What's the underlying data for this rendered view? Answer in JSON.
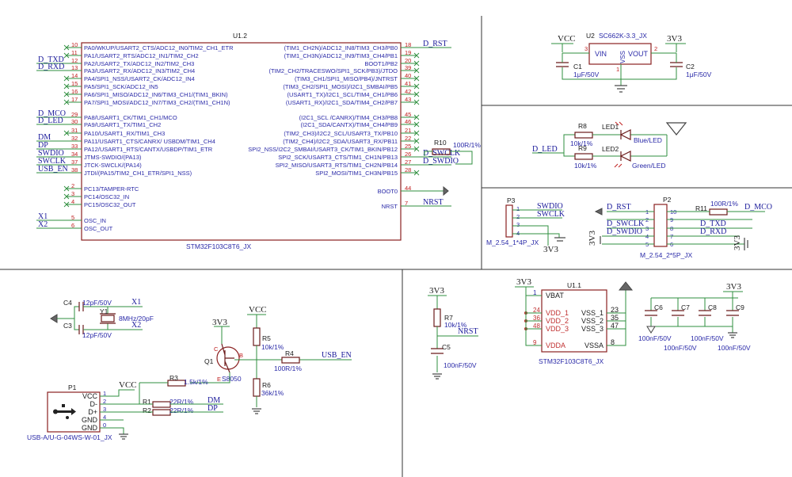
{
  "mcu": {
    "ref": "U1.2",
    "part": "STM32F103C8T6_JX",
    "left_pins": [
      {
        "num": "10",
        "name": "PA0/WKUP/USART2_CTS/ADC12_IN0/TIM2_CH1_ETR",
        "net": ""
      },
      {
        "num": "11",
        "name": "PA1/USART2_RTS/ADC12_IN1/TIM2_CH2",
        "net": ""
      },
      {
        "num": "12",
        "name": "PA2/USART2_TX/ADC12_IN2/TIM2_CH3",
        "net": "D_TXD"
      },
      {
        "num": "13",
        "name": "PA3/USART2_RX/ADC12_IN3/TIM2_CH4",
        "net": "D_RXD"
      },
      {
        "num": "14",
        "name": "PA4/SPI1_NSS/USART2_CK/ADC12_IN4",
        "net": ""
      },
      {
        "num": "15",
        "name": "PA5/SPI1_SCK/ADC12_IN5",
        "net": ""
      },
      {
        "num": "16",
        "name": "PA6/SPI1_MISO/ADC12_IN6/TIM3_CH1/(TIM1_BKIN)",
        "net": ""
      },
      {
        "num": "17",
        "name": "PA7/SPI1_MOSI/ADC12_IN7/TIM3_CH2/(TIM1_CH1N)",
        "net": ""
      },
      {
        "num": "29",
        "name": "PA8/USART1_CK/TIM1_CH1/MCO",
        "net": "D_MCO"
      },
      {
        "num": "30",
        "name": "PA9/USART1_TX/TIM1_CH2",
        "net": "D_LED"
      },
      {
        "num": "31",
        "name": "PA10/USART1_RX/TIM1_CH3",
        "net": ""
      },
      {
        "num": "32",
        "name": "PA11/USART1_CTS/CANRX/ USBDM/TIM1_CH4",
        "net": "DM"
      },
      {
        "num": "33",
        "name": "PA12/USART1_RTS/CANTX/USBDP/TIM1_ETR",
        "net": "DP"
      },
      {
        "num": "34",
        "name": "JTMS-SWDIO/(PA13)",
        "net": "SWDIO"
      },
      {
        "num": "37",
        "name": "JTCK-SWCLK/(PA14)",
        "net": "SWCLK"
      },
      {
        "num": "38",
        "name": "JTDI/(PA15/TIM2_CH1_ETR/SPI1_NSS)",
        "net": "USB_EN"
      },
      {
        "num": "2",
        "name": "PC13/TAMPER-RTC",
        "net": ""
      },
      {
        "num": "3",
        "name": "PC14/OSC32_IN",
        "net": ""
      },
      {
        "num": "4",
        "name": "PC15/OSC32_OUT",
        "net": ""
      },
      {
        "num": "5",
        "name": "OSC_IN",
        "net": "X1"
      },
      {
        "num": "6",
        "name": "OSC_OUT",
        "net": "X2"
      }
    ],
    "right_pins": [
      {
        "num": "18",
        "name": "(TIM1_CH2N)/ADC12_IN8/TIM3_CH3/PB0",
        "net": "D_RST"
      },
      {
        "num": "19",
        "name": "(TIM1_CH3N)/ADC12_IN9/TIM3_CH4/PB1",
        "net": ""
      },
      {
        "num": "20",
        "name": "BOOT1/PB2",
        "net": ""
      },
      {
        "num": "39",
        "name": "(TIM2_CH2/TRACESWO/SPI1_SCK/PB3)/JTDO",
        "net": ""
      },
      {
        "num": "40",
        "name": "(TIM3_CH1/SPI1_MISO/PB4)/JNTRST",
        "net": ""
      },
      {
        "num": "41",
        "name": "(TIM3_CH2/SPI1_MOSI)/I2C1_SMBAI/PB5",
        "net": ""
      },
      {
        "num": "42",
        "name": "(USART1_TX)/I2C1_SCL/TIM4_CH1/PB6",
        "net": ""
      },
      {
        "num": "43",
        "name": "(USART1_RX)/I2C1_SDA/TIM4_CH2/PB7",
        "net": ""
      },
      {
        "num": "45",
        "name": "(I2C1_SCL /CANRX)/TIM4_CH3/PB8",
        "net": ""
      },
      {
        "num": "46",
        "name": "(I2C1_SDA/CANTX)/TIM4_CH4/PB9",
        "net": ""
      },
      {
        "num": "21",
        "name": "(TIM2_CH3)/I2C2_SCL/USART3_TX/PB10",
        "net": ""
      },
      {
        "num": "22",
        "name": "(TIM2_CH4)/I2C2_SDA/USART3_RX/PB11",
        "net": ""
      },
      {
        "num": "25",
        "name": "SPI2_NSS/I2C2_SMBAI/USART3_CK/TIM1_BKIN/PB12",
        "net": ""
      },
      {
        "num": "26",
        "name": "SPI2_SCK/USART3_CTS/TIM1_CH1N/PB13",
        "net": "D_SWCLK"
      },
      {
        "num": "27",
        "name": "SPI2_MISO/USART3_RTS/TIM1_CH2N/PB14",
        "net": "D_SWDIO"
      },
      {
        "num": "28",
        "name": "SPI2_MOSI/TIM1_CH3N/PB15",
        "net": ""
      },
      {
        "num": "44",
        "name": "BOOT0",
        "net": ""
      },
      {
        "num": "7",
        "name": "NRST",
        "net": "NRST"
      }
    ],
    "r10": {
      "ref": "R10",
      "value": "100R/1%"
    }
  },
  "regulator": {
    "ref": "U2",
    "part": "SC662K-3.3_JX",
    "vin": "VIN",
    "vout": "VOUT",
    "vss": "VSS",
    "pin_vin": "3",
    "pin_vout": "2",
    "pin_vss": "1",
    "in_rail": "VCC",
    "out_rail": "3V3",
    "c_in": {
      "ref": "C1",
      "value": "1μF/50V"
    },
    "c_out": {
      "ref": "C2",
      "value": "1μF/50V"
    }
  },
  "leds": {
    "net": "D_LED",
    "r8": {
      "ref": "R8",
      "value": "10k/1%"
    },
    "r9": {
      "ref": "R9",
      "value": "10k/1%"
    },
    "led1": {
      "ref": "LED1",
      "color": "Blue/LED"
    },
    "led2": {
      "ref": "LED2",
      "color": "Green/LED"
    }
  },
  "p3": {
    "ref": "P3",
    "part": "M_2.54_1*4P_JX",
    "pins": [
      "1",
      "2",
      "3",
      "4"
    ],
    "nets": [
      "SWDIO",
      "SWCLK"
    ],
    "rail": "3V3"
  },
  "p2": {
    "ref": "P2",
    "part": "M_2.54_2*5P_JX",
    "left_nums": [
      "1",
      "2",
      "3",
      "4",
      "5"
    ],
    "right_nums": [
      "10",
      "9",
      "8",
      "7",
      "6"
    ],
    "left_nets": [
      "D_RST",
      "D_SWCLK",
      "D_SWDIO"
    ],
    "right_nets": [
      "D_MCO",
      "D_TXD",
      "D_RXD"
    ],
    "r11": {
      "ref": "R11",
      "value": "100R/1%"
    },
    "rail": "3V3"
  },
  "crystal": {
    "ref": "Y1",
    "value": "8MHz/20pF",
    "c4": {
      "ref": "C4",
      "value": "12pF/50V"
    },
    "c3": {
      "ref": "C3",
      "value": "12pF/50V"
    },
    "net1": "X1",
    "net2": "X2"
  },
  "usb_ctrl": {
    "rail_3v3": "3V3",
    "rail_vcc": "VCC",
    "q1": {
      "ref": "Q1",
      "part": "S8050",
      "c": "C",
      "b": "B",
      "e": "E"
    },
    "r5": {
      "ref": "R5",
      "value": "10k/1%"
    },
    "r4": {
      "ref": "R4",
      "value": "100R/1%"
    },
    "r6": {
      "ref": "R6",
      "value": "36k/1%"
    },
    "r3": {
      "ref": "R3",
      "value": "1.5k/1%"
    },
    "r1": {
      "ref": "R1",
      "value": "22R/1%"
    },
    "r2": {
      "ref": "R2",
      "value": "22R/1%"
    },
    "net_en": "USB_EN",
    "net_dm": "DM",
    "net_dp": "DP"
  },
  "usb": {
    "ref": "P1",
    "part": "USB-A/U-G-04WS-W-01_JX",
    "pins": [
      {
        "name": "VCC",
        "num": "1"
      },
      {
        "name": "D-",
        "num": "2"
      },
      {
        "name": "D+",
        "num": "3"
      },
      {
        "name": "GND",
        "num": "4"
      },
      {
        "name": "GND",
        "num": "0"
      }
    ],
    "rail": "VCC"
  },
  "reset": {
    "rail": "3V3",
    "r7": {
      "ref": "R7",
      "value": "10k/1%"
    },
    "c5": {
      "ref": "C5",
      "value": "100nF/50V"
    },
    "net": "NRST"
  },
  "power": {
    "ref": "U1.1",
    "part": "STM32F103C8T6_JX",
    "rail": "3V3",
    "left": [
      {
        "num": "1",
        "name": "VBAT"
      },
      {
        "num": "24",
        "name": "VDD_1"
      },
      {
        "num": "36",
        "name": "VDD_2"
      },
      {
        "num": "48",
        "name": "VDD_3"
      },
      {
        "num": "9",
        "name": "VDDA"
      }
    ],
    "right": [
      {
        "num": "23",
        "name": "VSS_1"
      },
      {
        "num": "35",
        "name": "VSS_2"
      },
      {
        "num": "47",
        "name": "VSS_3"
      },
      {
        "num": "8",
        "name": "VSSA"
      }
    ]
  },
  "decoupling": {
    "rail": "3V3",
    "caps": [
      {
        "ref": "C6",
        "value": "100nF/50V"
      },
      {
        "ref": "C7",
        "value": "100nF/50V"
      },
      {
        "ref": "C8",
        "value": "100nF/50V"
      },
      {
        "ref": "C9",
        "value": "100nF/50V"
      }
    ]
  }
}
